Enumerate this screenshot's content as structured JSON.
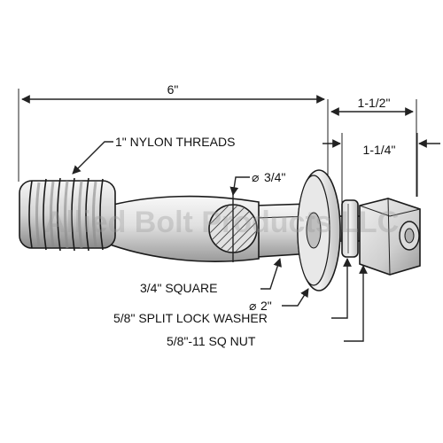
{
  "dimensions": {
    "overall_length": "6\"",
    "nut_projection": "1-1/2\"",
    "threaded_end": "1-1/4\"",
    "square_size": "3/4\"",
    "washer_diameter": "2\""
  },
  "labels": {
    "nylon_threads": "1\" NYLON THREADS",
    "square": "3/4\" SQUARE",
    "lock_washer": "5/8\" SPLIT LOCK WASHER",
    "sq_nut": "5/8\"-11 SQ NUT"
  },
  "symbols": {
    "diameter": "⌀"
  },
  "watermark": "Allied Bolt Products LLC",
  "colors": {
    "metal_light": "#f2f2f2",
    "metal_mid": "#c9c9c9",
    "metal_dark": "#8e8e8e",
    "ink": "#1a1a1a"
  }
}
